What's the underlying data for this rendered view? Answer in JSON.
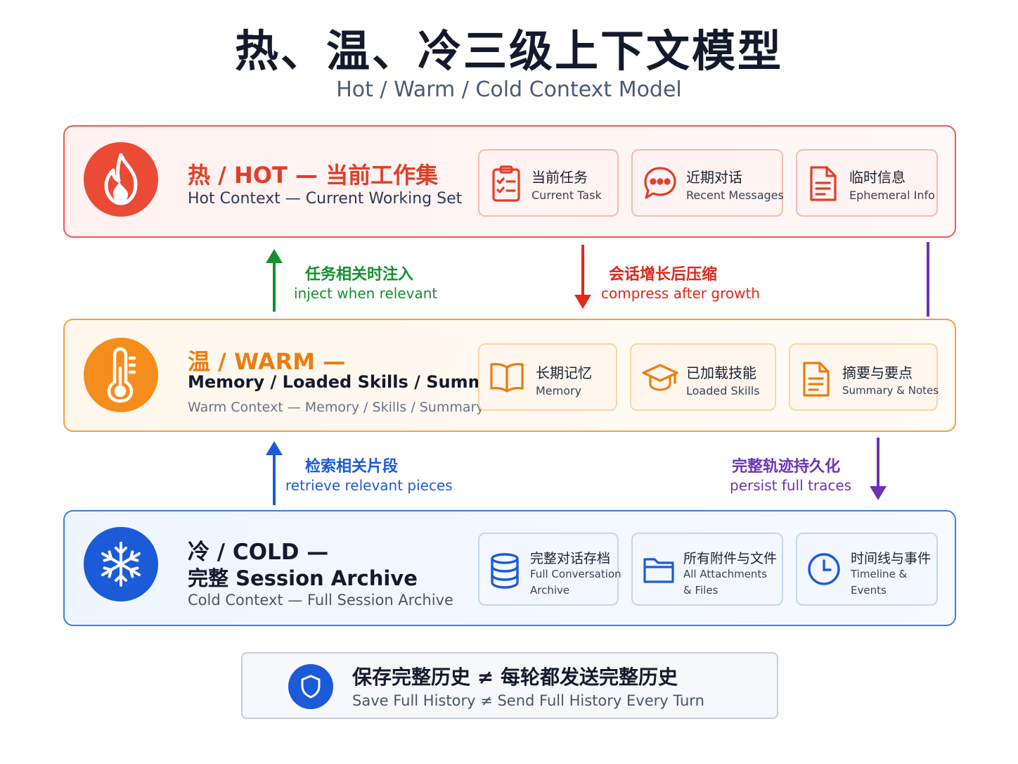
{
  "header": {
    "title": "热、温、冷三级上下文模型",
    "subtitle": "Hot / Warm / Cold Context Model"
  },
  "tiers": {
    "hot": {
      "title": "热 / HOT — 当前工作集",
      "subtitle": "Hot Context — Current Working Set",
      "icon": "flame-icon",
      "color": "#e8402d",
      "cards": [
        {
          "zh": "当前任务",
          "en": "Current Task",
          "icon": "clipboard-checklist-icon"
        },
        {
          "zh": "近期对话",
          "en": "Recent Messages",
          "icon": "chat-bubble-icon"
        },
        {
          "zh": "临时信息",
          "en": "Ephemeral Info",
          "icon": "document-icon"
        }
      ]
    },
    "warm": {
      "title_line1": "温 / WARM —",
      "title_line2": "Memory / Loaded Skills / Summary",
      "subtitle": "Warm Context — Memory / Skills / Summary",
      "icon": "thermometer-icon",
      "color": "#ec7d12",
      "cards": [
        {
          "zh": "长期记忆",
          "en": "Memory",
          "icon": "open-book-icon"
        },
        {
          "zh": "已加载技能",
          "en": "Loaded Skills",
          "icon": "graduation-cap-icon"
        },
        {
          "zh": "摘要与要点",
          "en": "Summary & Notes",
          "icon": "document-lines-icon"
        }
      ]
    },
    "cold": {
      "title_line1": "冷 / COLD —",
      "title_line2": "完整 Session Archive",
      "subtitle": "Cold Context — Full Session Archive",
      "icon": "snowflake-icon",
      "color": "#1c5bd8",
      "cards": [
        {
          "zh": "完整对话存档",
          "en_line1": "Full Conversation",
          "en_line2": "Archive",
          "icon": "database-icon"
        },
        {
          "zh": "所有附件与文件",
          "en_line1": "All Attachments",
          "en_line2": "& Files",
          "icon": "folder-icon"
        },
        {
          "zh": "时间线与事件",
          "en_line1": "Timeline &",
          "en_line2": "Events",
          "icon": "clock-icon"
        }
      ]
    }
  },
  "flows": {
    "inject": {
      "zh": "任务相关时注入",
      "en": "inject when relevant",
      "color": "#12922d"
    },
    "compress": {
      "zh": "会话增长后压缩",
      "en": "compress after growth",
      "color": "#e0281b"
    },
    "retrieve": {
      "zh": "检索相关片段",
      "en": "retrieve relevant pieces",
      "color": "#1c5bd8"
    },
    "persist": {
      "zh": "完整轨迹持久化",
      "en": "persist full traces",
      "color": "#6b34b4"
    }
  },
  "note": {
    "zh": "保存完整历史 ≠ 每轮都发送完整历史",
    "en": "Save Full History ≠ Send Full History Every Turn",
    "icon": "shield-icon"
  }
}
